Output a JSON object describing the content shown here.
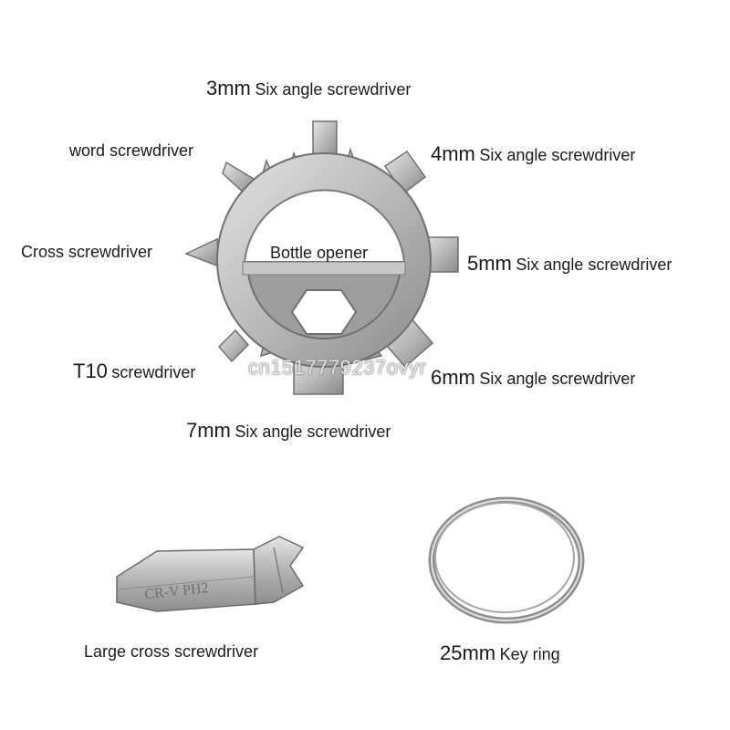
{
  "labels": {
    "mm3": {
      "size": "3mm",
      "desc": "Six angle screwdriver"
    },
    "word": "word screwdriver",
    "mm4": {
      "size": "4mm",
      "desc": "Six angle screwdriver"
    },
    "cross": "Cross screwdriver",
    "bottle": "Bottle opener",
    "mm5": {
      "size": "5mm",
      "desc": "Six angle screwdriver"
    },
    "t10": {
      "size": "T10",
      "desc": "screwdriver"
    },
    "mm6": {
      "size": "6mm",
      "desc": "Six angle screwdriver"
    },
    "mm7": {
      "size": "7mm",
      "desc": "Six angle screwdriver"
    },
    "large_cross": "Large cross screwdriver",
    "keyring": {
      "size": "25mm",
      "desc": "Key ring"
    }
  },
  "bit_engraving": "CR-V PH2",
  "watermark": "cn1517779237ovyr",
  "colors": {
    "steel_light": "#d9d9d9",
    "steel_mid": "#a9a9a9",
    "steel_dark": "#6f6f6f",
    "text": "#1a1a1a"
  }
}
